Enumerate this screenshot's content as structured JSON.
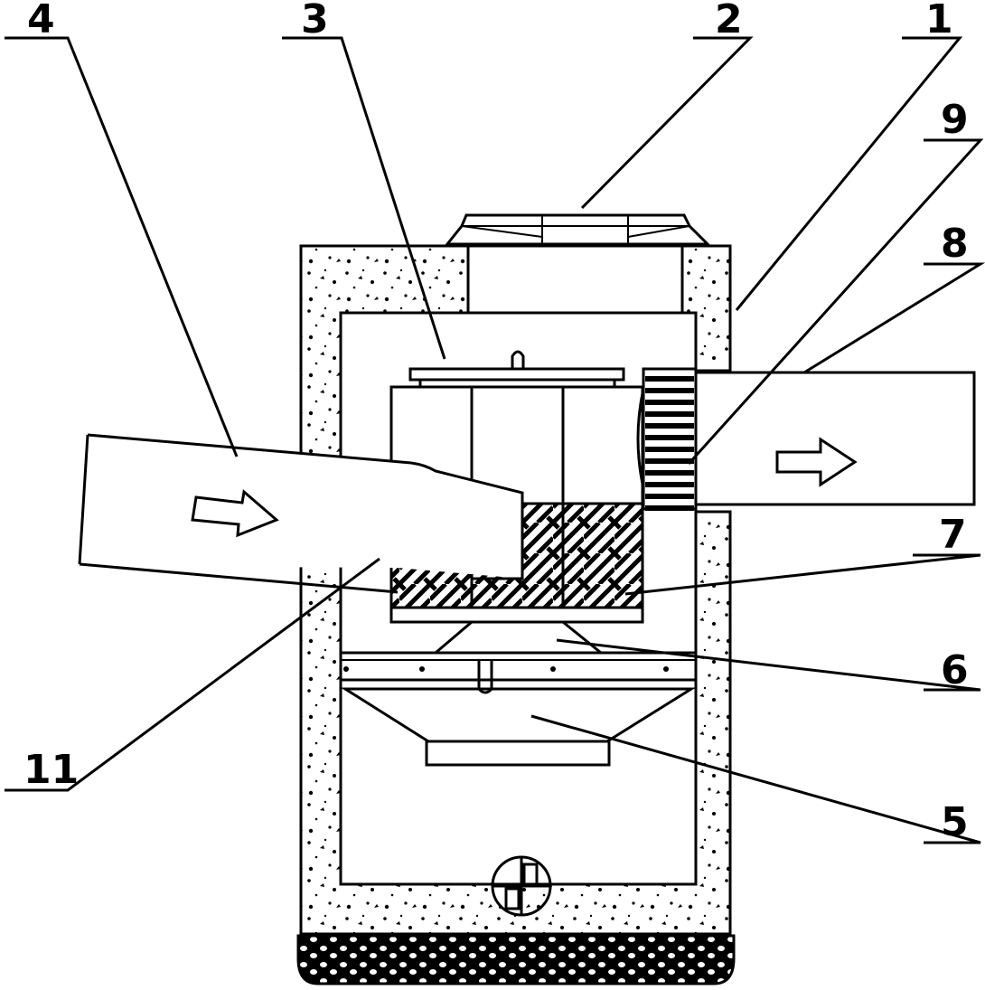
{
  "figure": {
    "callouts": [
      {
        "id": "c4",
        "text": "4"
      },
      {
        "id": "c3",
        "text": "3"
      },
      {
        "id": "c2",
        "text": "2"
      },
      {
        "id": "c1",
        "text": "1"
      },
      {
        "id": "c9",
        "text": "9"
      },
      {
        "id": "c8",
        "text": "8"
      },
      {
        "id": "c7",
        "text": "7"
      },
      {
        "id": "c6",
        "text": "6"
      },
      {
        "id": "c11",
        "text": "11"
      },
      {
        "id": "c5",
        "text": "5"
      }
    ],
    "colors": {
      "ink": "#000000",
      "paper": "#ffffff"
    }
  }
}
